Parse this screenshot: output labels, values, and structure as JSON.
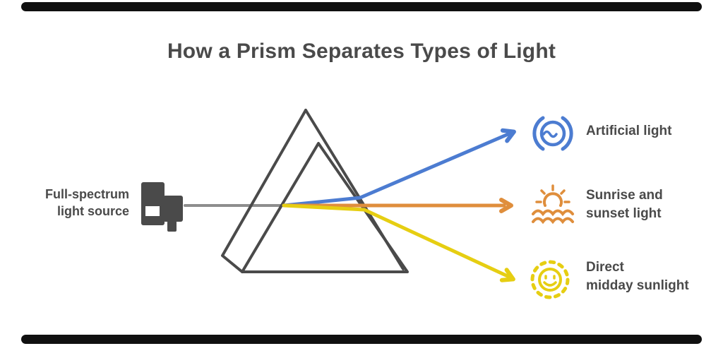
{
  "colors": {
    "dark": "#4a4a4a",
    "gray_beam": "#8d8d8d",
    "blue": "#4c7cd1",
    "orange": "#df8e3c",
    "yellow": "#e6ce12",
    "frame": "#101010",
    "background": "#ffffff"
  },
  "title": {
    "text": "How a Prism Separates Types of Light"
  },
  "source": {
    "icon": "light-source-icon",
    "lines": [
      "Full-spectrum",
      "light source"
    ]
  },
  "prism": {
    "shape": "triangular-prism-outline"
  },
  "outputs": [
    {
      "id": "blue",
      "icon": "circle-wave-icon",
      "color": "#4c7cd1",
      "lines": [
        "Artificial light"
      ]
    },
    {
      "id": "orange",
      "icon": "sunset-over-water-icon",
      "color": "#df8e3c",
      "lines": [
        "Sunrise and",
        "sunset light"
      ]
    },
    {
      "id": "yellow",
      "icon": "smiling-sun-icon",
      "color": "#e6ce12",
      "lines": [
        "Direct",
        "midday sunlight"
      ]
    }
  ]
}
